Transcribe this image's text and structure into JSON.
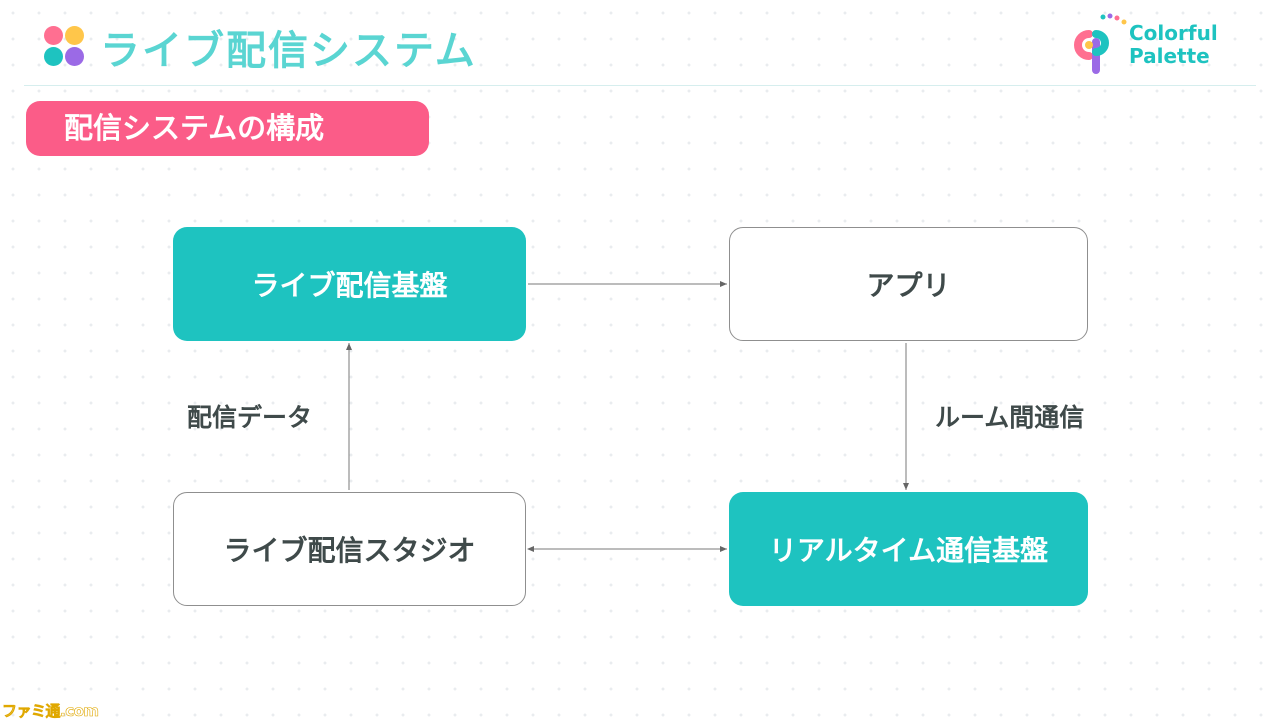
{
  "header": {
    "title": "ライブ配信システム",
    "brand_line1": "Colorful",
    "brand_line2": "Palette"
  },
  "section": {
    "label": "配信システムの構成"
  },
  "diagram": {
    "nodes": {
      "live_platform": "ライブ配信基盤",
      "app": "アプリ",
      "live_studio": "ライブ配信スタジオ",
      "realtime_platform": "リアルタイム通信基盤"
    },
    "edges": {
      "studio_to_platform": "配信データ",
      "app_to_realtime": "ルーム間通信"
    }
  },
  "colors": {
    "accent_teal": "#1ec3c0",
    "accent_pink": "#fb5c88",
    "title_teal": "#5ad5d2",
    "brand_dots": [
      "#ff6f91",
      "#ffc64a",
      "#1ec3c0",
      "#9b6ae6"
    ]
  },
  "watermark": "ファミ通.com"
}
